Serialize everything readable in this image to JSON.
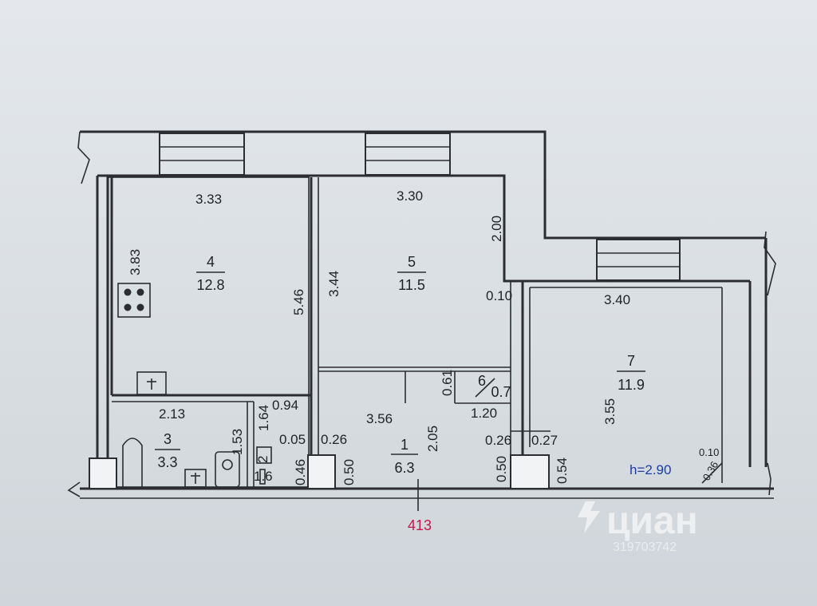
{
  "rooms": [
    {
      "number": "4",
      "area": "12.8"
    },
    {
      "number": "5",
      "area": "11.5"
    },
    {
      "number": "7",
      "area": "11.9"
    },
    {
      "number": "3",
      "area": "3.3"
    },
    {
      "number": "1",
      "area": "6.3"
    },
    {
      "number": "6",
      "area": "0.7"
    }
  ],
  "dimensions": {
    "r4_width": "3.33",
    "r4_left": "3.83",
    "r4_right": "5.46",
    "r5_width": "3.30",
    "r5_left": "3.44",
    "r5_right": "2.00",
    "step_010": "0.10",
    "r7_width": "3.40",
    "r7_height": "3.55",
    "r7_corner_a": "0.10",
    "r7_corner_b": "0.36",
    "bath_width": "2.13",
    "bath_h1": "1.53",
    "bath_h2": "1.64",
    "wc_w": "2",
    "wc_w2": "1.6",
    "d_094": "0.94",
    "d_005": "0.05",
    "d_046": "0.46",
    "d_026a": "0.26",
    "d_050a": "0.50",
    "hall_width": "3.56",
    "hall_height": "2.05",
    "closet_h": "0.61",
    "closet_w": "1.20",
    "d_026b": "0.26",
    "d_027": "0.27",
    "d_050b": "0.50",
    "d_054": "0.54"
  },
  "ceiling_height": "h=2.90",
  "marker": "413",
  "watermark": {
    "brand": "циан",
    "id": "319703742"
  }
}
